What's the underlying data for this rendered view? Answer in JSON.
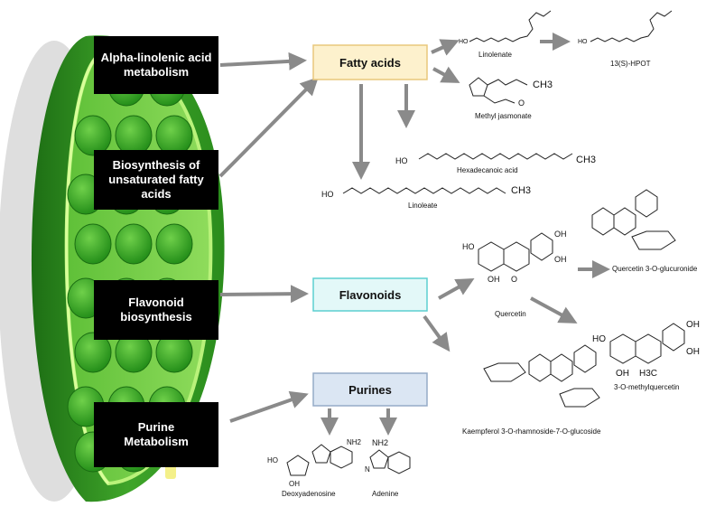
{
  "pathways": [
    {
      "label": "Alpha-linolenic acid\nmetabolism"
    },
    {
      "label": "Biosynthesis of\nunsaturated fatty acids"
    },
    {
      "label": "Flavonoid\nbiosynthesis"
    },
    {
      "label": "Purine\nMetabolism"
    }
  ],
  "classes": {
    "fatty_acids": "Fatty acids",
    "flavonoids": "Flavonoids",
    "purines": "Purines"
  },
  "compounds": {
    "linolenate": "Linolenate",
    "hpot": "13(S)-HPOT",
    "methyl_jasmonate": "Methyl jasmonate",
    "hexadecanoic_acid": "Hexadecanoic  acid",
    "linoleate": "Linoleate",
    "quercetin": "Quercetin",
    "quercetin_glucuronide": "Quercetin 3-O-glucuronide",
    "methylquercetin": "3-O-methylquercetin",
    "kaempferol": "Kaempferol 3-O-rhamnoside-7-O-glucoside",
    "deoxyadenosine": "Deoxyadenosine",
    "adenine": "Adenine"
  },
  "atom_labels": {
    "oh": "OH",
    "ho": "HO",
    "o": "O",
    "ch3": "CH3",
    "nh2": "NH2",
    "h3c": "H3C",
    "n": "N"
  },
  "colors": {
    "fatty_acids_fill": "#fdf1cd",
    "fatty_acids_border": "#e9c77c",
    "flavonoids_fill": "#e3f8f8",
    "flavonoids_border": "#5ccfd0",
    "purines_fill": "#dbe6f3",
    "purines_border": "#95acc7",
    "arrow": "#8a8a8a",
    "chloroplast_dark": "#2d8a1e",
    "chloroplast_light": "#7fd05a"
  }
}
